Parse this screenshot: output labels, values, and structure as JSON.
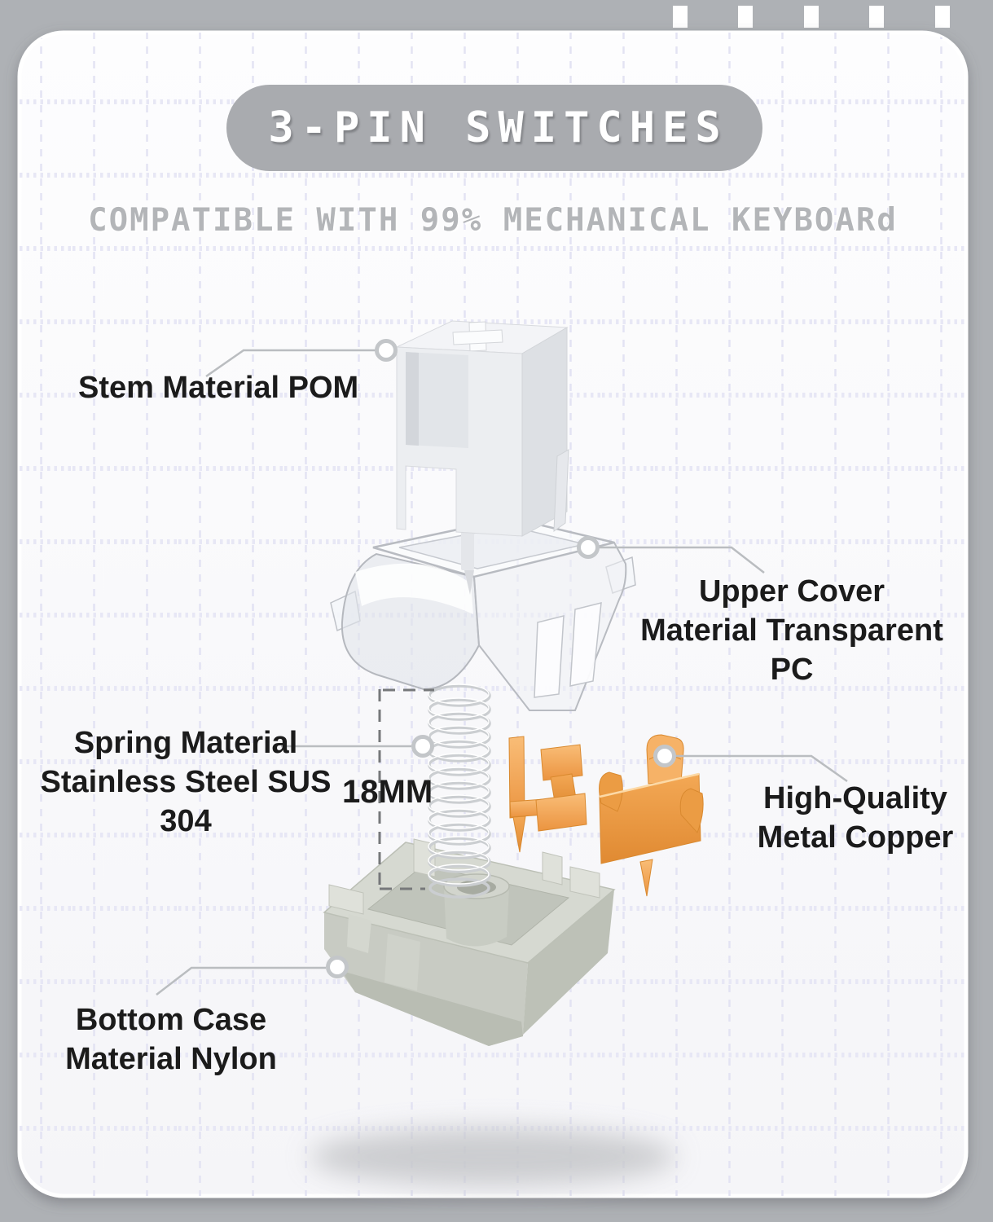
{
  "header": {
    "title": "3-PIN SWITCHES",
    "subtitle": "COMPATIBLE WITH 99% MECHANICAL KEYBOARd"
  },
  "callouts": {
    "stem": {
      "text": "Stem Material POM"
    },
    "upper_cover": {
      "line1": "Upper Cover",
      "line2": "Material Transparent PC"
    },
    "spring": {
      "line1": "Spring Material",
      "line2": "Stainless Steel SUS 304"
    },
    "spring_length": {
      "text": "18MM"
    },
    "copper": {
      "line1": "High-Quality",
      "line2": "Metal Copper"
    },
    "bottom_case": {
      "line1": "Bottom Case",
      "line2": "Material Nylon"
    }
  },
  "colors": {
    "page_background": "#aeb1b5",
    "card_background": "#fcfcfe",
    "badge_background": "#a9abaf",
    "title_text": "#ffffff",
    "subtitle_text": "#b3b5b8",
    "label_text": "#1b1b1b",
    "leader_line": "#babdc0",
    "dimension_line": "#76787a",
    "copper_accent": "#f0a452",
    "bottom_case_gray": "#c8cbc3",
    "grid_line": "#e3e3f3"
  }
}
